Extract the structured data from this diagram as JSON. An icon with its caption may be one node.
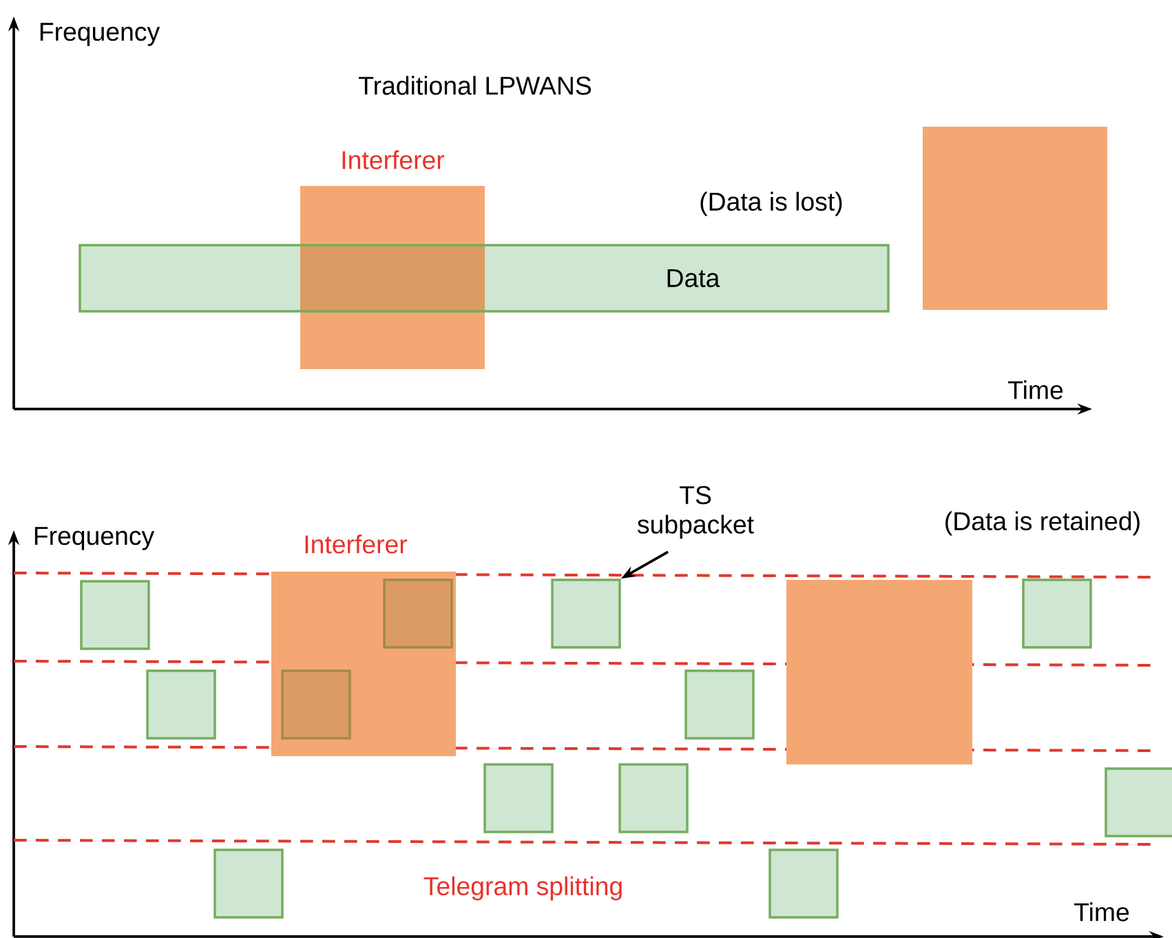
{
  "diagram": {
    "nodes": [
      {
        "text": [
          "Data"
        ]
      },
      {
        "text": [
          "Interferer"
        ]
      },
      {
        "text": [],
        "shape": "box"
      },
      {
        "text": [
          "Interferer"
        ]
      },
      {
        "text": [],
        "shape": "box"
      },
      {
        "text": [
          "TS subpacket"
        ]
      },
      {
        "text": [],
        "shape": "box"
      },
      {
        "text": [],
        "shape": "box"
      },
      {
        "text": [],
        "shape": "box"
      },
      {
        "text": [],
        "shape": "box",
        "in": 3
      },
      {
        "text": [],
        "shape": "box",
        "in": 3
      },
      {
        "text": [],
        "shape": "box"
      },
      {
        "text": [],
        "shape": "box"
      },
      {
        "text": [],
        "shape": "box"
      },
      {
        "text": [],
        "shape": "box"
      },
      {
        "text": [],
        "shape": "box"
      },
      {
        "text": [],
        "shape": "box"
      },
      {
        "text": [],
        "shape": "box"
      }
    ],
    "edges": [
      {
        "from": 5,
        "to": 12,
        "arrow": "to"
      }
    ],
    "labels": [
      "Frequency",
      "Traditional LPWANS",
      "(Data is lost)",
      "Time",
      "Frequency",
      "(Data is retained)",
      "Telegram splitting",
      "Time"
    ]
  }
}
